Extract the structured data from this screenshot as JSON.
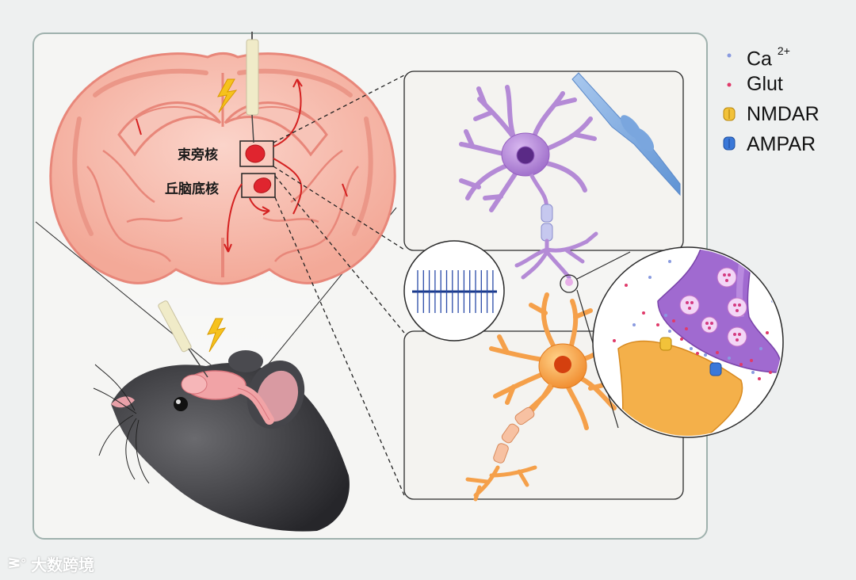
{
  "labels": {
    "parafascicular": "束旁核",
    "subthalamic": "丘脑底核"
  },
  "legend": [
    {
      "icon": "calcium-dot-icon",
      "label": "Ca",
      "sup": "2+",
      "color": "#8a9be0"
    },
    {
      "icon": "glutamate-dot-icon",
      "label": "Glut",
      "color": "#e03a6a"
    },
    {
      "icon": "nmdar-receptor-icon",
      "label": "NMDAR",
      "color": "#f0b020"
    },
    {
      "icon": "ampar-receptor-icon",
      "label": "AMPAR",
      "color": "#3a78d8"
    }
  ],
  "watermark": {
    "text": "大数跨境"
  },
  "colors": {
    "brain": "#f4b3a6",
    "brain_line": "#e8877a",
    "nucleus": "#e0252f",
    "arrow": "#d42020",
    "purple_neuron": "#b48ad6",
    "orange_neuron": "#f5a04a",
    "panel_bg": "#f4f3f0",
    "frame": "#9fb1ad"
  }
}
